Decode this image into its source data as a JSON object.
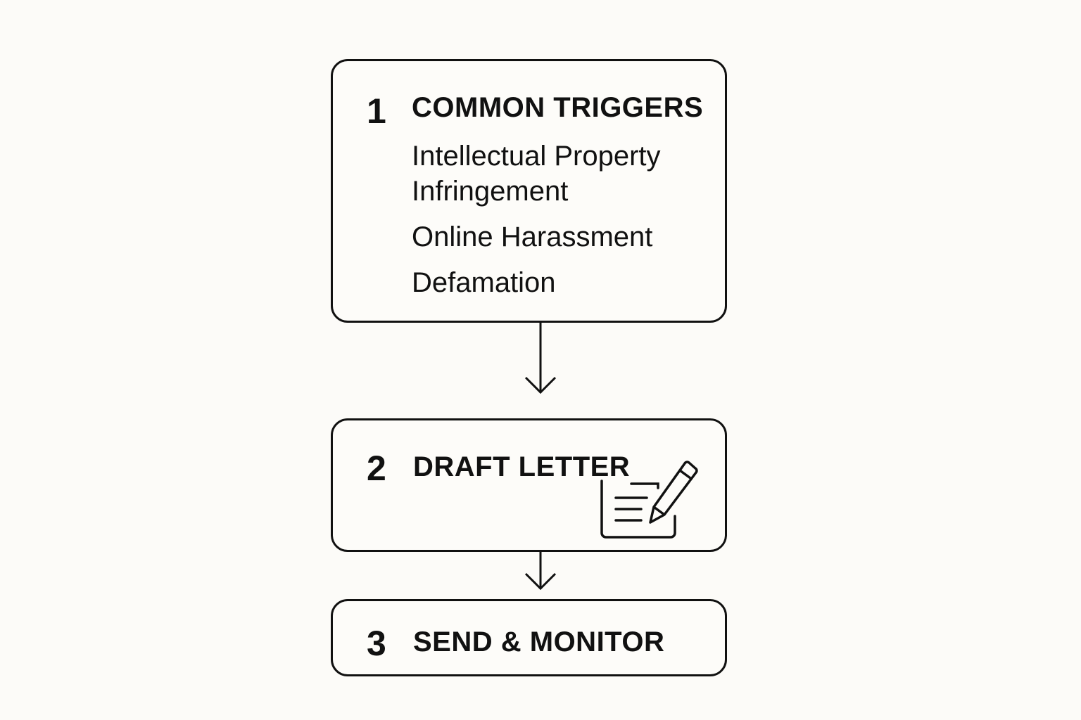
{
  "steps": [
    {
      "number": "1",
      "title": "COMMON TRIGGERS",
      "items": [
        "Intellectual Property Infringement",
        "Online Harassment",
        "Defamation"
      ],
      "items_display": [
        "Intellectual Property",
        "Infringement",
        "Online Harassment",
        "Defamation"
      ]
    },
    {
      "number": "2",
      "title": "DRAFT LETTER",
      "icon": "document-pencil-icon"
    },
    {
      "number": "3",
      "title": "SEND & MONITOR"
    }
  ],
  "colors": {
    "background": "#fcfbf8",
    "stroke": "#111111"
  }
}
